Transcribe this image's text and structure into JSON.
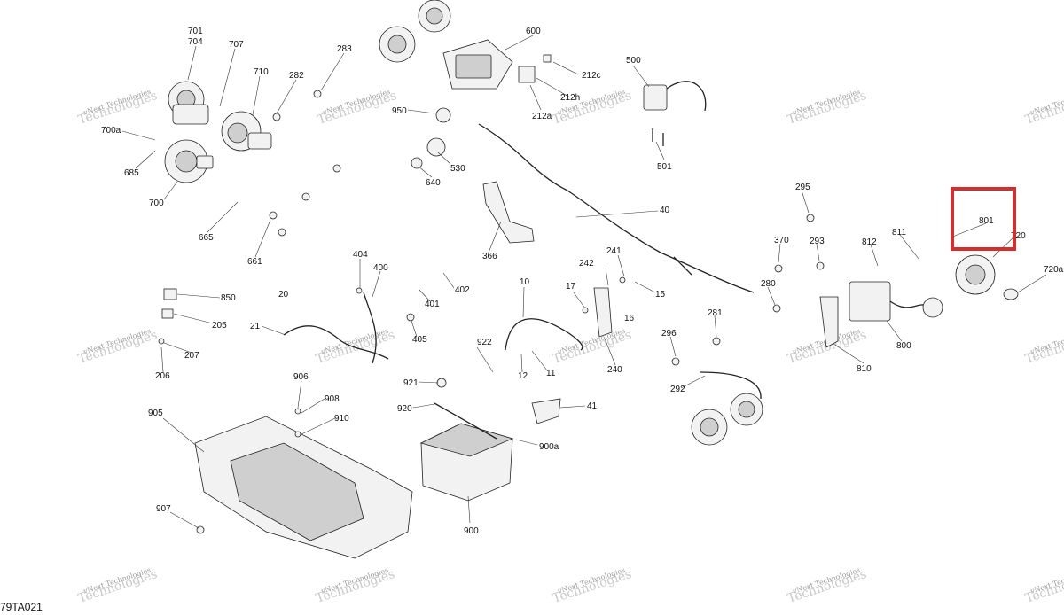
{
  "diagram_code": "79TA021",
  "watermark": {
    "line1": "vNext Technologies",
    "line2": "Technologies"
  },
  "highlight_color": "#d32f2f",
  "labels": {
    "l701": "701",
    "l704": "704",
    "l707": "707",
    "l710": "710",
    "l282": "282",
    "l283": "283",
    "l600": "600",
    "l212c": "212c",
    "l212h": "212h",
    "l212a": "212a",
    "l500": "500",
    "l501": "501",
    "l700a": "700a",
    "l685": "685",
    "l700": "700",
    "l665": "665",
    "l661": "661",
    "l950": "950",
    "l530": "530",
    "l640": "640",
    "l366": "366",
    "l40": "40",
    "l295": "295",
    "l370": "370",
    "l293": "293",
    "l812": "812",
    "l811": "811",
    "l801": "801",
    "l720": "720",
    "l720a": "720a",
    "l280": "280",
    "l281": "281",
    "l800": "800",
    "l810": "810",
    "l296": "296",
    "l292": "292",
    "l404": "404",
    "l400": "400",
    "l402": "402",
    "l401": "401",
    "l405": "405",
    "l850": "850",
    "l205": "205",
    "l207": "207",
    "l206": "206",
    "l20": "20",
    "l21": "21",
    "l10": "10",
    "l17": "17",
    "l242": "242",
    "l241": "241",
    "l15": "15",
    "l16": "16",
    "l922": "922",
    "l12": "12",
    "l11": "11",
    "l240": "240",
    "l921": "921",
    "l920": "920",
    "l41": "41",
    "l900a": "900a",
    "l900": "900",
    "l906": "906",
    "l908": "908",
    "l910": "910",
    "l905": "905",
    "l907": "907"
  }
}
